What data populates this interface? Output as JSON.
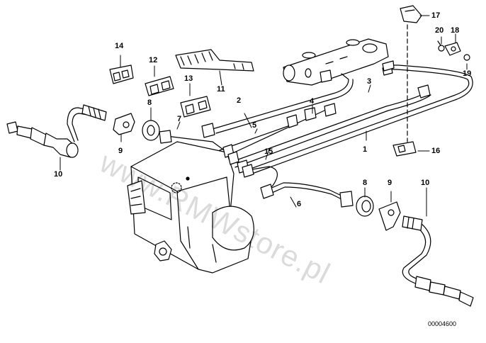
{
  "diagram": {
    "parts": [
      {
        "id": "part-1",
        "label": "1"
      },
      {
        "id": "part-2",
        "label": "2"
      },
      {
        "id": "part-3",
        "label": "3"
      },
      {
        "id": "part-4",
        "label": "4"
      },
      {
        "id": "part-5",
        "label": "5"
      },
      {
        "id": "part-6",
        "label": "6"
      },
      {
        "id": "part-7",
        "label": "7"
      },
      {
        "id": "part-8a",
        "label": "8"
      },
      {
        "id": "part-8b",
        "label": "8"
      },
      {
        "id": "part-9a",
        "label": "9"
      },
      {
        "id": "part-9b",
        "label": "9"
      },
      {
        "id": "part-10a",
        "label": "10"
      },
      {
        "id": "part-10b",
        "label": "10"
      },
      {
        "id": "part-11",
        "label": "11"
      },
      {
        "id": "part-12",
        "label": "12"
      },
      {
        "id": "part-13",
        "label": "13"
      },
      {
        "id": "part-14",
        "label": "14"
      },
      {
        "id": "part-15",
        "label": "15"
      },
      {
        "id": "part-16",
        "label": "16"
      },
      {
        "id": "part-17",
        "label": "17"
      },
      {
        "id": "part-18",
        "label": "18"
      },
      {
        "id": "part-19",
        "label": "19"
      },
      {
        "id": "part-20",
        "label": "20"
      }
    ],
    "watermark": "www.RMWstore.pl",
    "catalog_number": "00004600"
  }
}
